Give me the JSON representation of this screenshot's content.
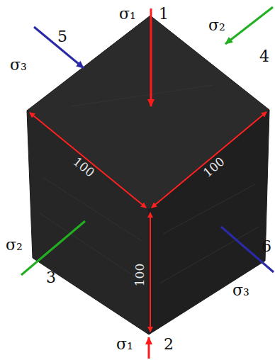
{
  "diagram": {
    "labels": [
      "σ₁",
      "1",
      "σ₃",
      "5",
      "σ₂",
      "4",
      "100",
      "100",
      "100",
      "σ₂",
      "3",
      "σ₃",
      "6",
      "σ₁",
      "2"
    ]
  }
}
